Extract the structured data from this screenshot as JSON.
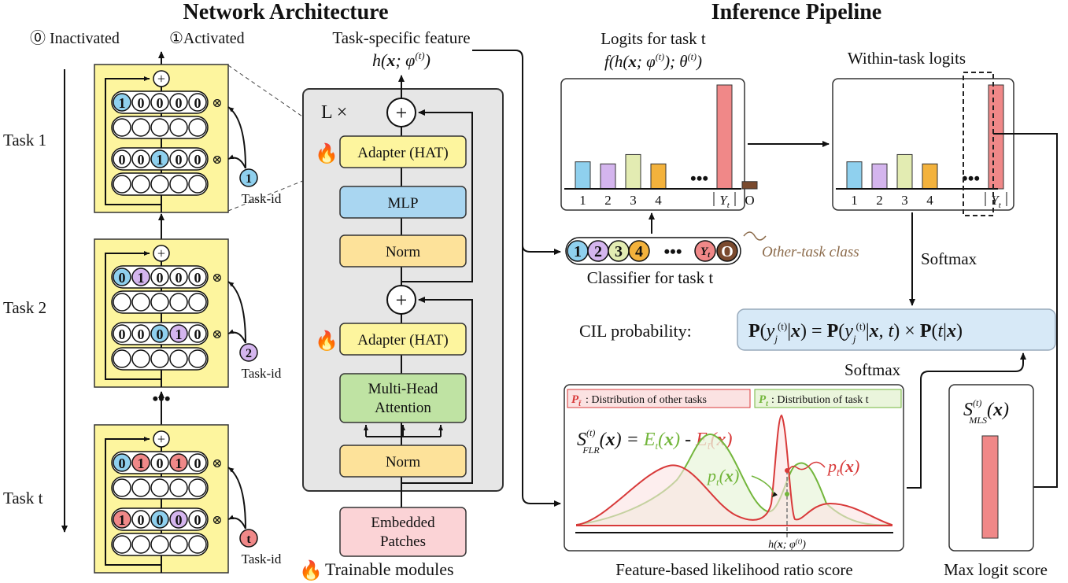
{
  "headers": {
    "network": "Network Architecture",
    "pipeline": "Inference Pipeline"
  },
  "legend": {
    "inactivated": "⓪ Inactivated",
    "activated": "①Activated"
  },
  "tasks": [
    {
      "label": "Task 1",
      "id_badge": "1",
      "id_label": "Task-id",
      "badge_color": "#8fd0ee",
      "rows": [
        [
          "1",
          "0",
          "0",
          "0",
          "0"
        ],
        [
          "0",
          "0",
          "1",
          "0",
          "0"
        ]
      ],
      "row_colors": [
        [
          "#8fd0ee",
          "#ffffff",
          "#ffffff",
          "#ffffff",
          "#ffffff"
        ],
        [
          "#ffffff",
          "#ffffff",
          "#8fd0ee",
          "#ffffff",
          "#ffffff"
        ]
      ]
    },
    {
      "label": "Task 2",
      "id_badge": "2",
      "id_label": "Task-id",
      "badge_color": "#d4b5ee",
      "rows": [
        [
          "0",
          "1",
          "0",
          "0",
          "0"
        ],
        [
          "0",
          "0",
          "0",
          "1",
          "0"
        ]
      ],
      "row_colors": [
        [
          "#8fd0ee",
          "#d4b5ee",
          "#ffffff",
          "#ffffff",
          "#ffffff"
        ],
        [
          "#ffffff",
          "#ffffff",
          "#8fd0ee",
          "#d4b5ee",
          "#ffffff"
        ]
      ]
    },
    {
      "label": "Task t",
      "id_badge": "t",
      "id_label": "Task-id",
      "badge_color": "#f08888",
      "rows": [
        [
          "0",
          "1",
          "0",
          "1",
          "0"
        ],
        [
          "1",
          "0",
          "0",
          "0",
          "0"
        ]
      ],
      "row_colors": [
        [
          "#8fd0ee",
          "#f08888",
          "#ffffff",
          "#f08888",
          "#ffffff"
        ],
        [
          "#f08888",
          "#ffffff",
          "#8fd0ee",
          "#d4b5ee",
          "#ffffff"
        ]
      ]
    }
  ],
  "dots": "•••",
  "plus": "+",
  "times": "⊗",
  "transformer": {
    "repeat": "L ×",
    "top_caption": "Task-specific feature",
    "top_formula": "h(x; φ(t))",
    "adapter": "Adapter (HAT)",
    "mlp": "MLP",
    "norm": "Norm",
    "attention_line1": "Multi-Head",
    "attention_line2": "Attention",
    "embedded_line1": "Embedded",
    "embedded_line2": "Patches",
    "trainable": "Trainable modules",
    "fire": "🔥"
  },
  "logits_panel": {
    "title_line1": "Logits for task t",
    "title_line2": "f(h(x; φ(t)); θ(t))",
    "ticks": [
      "1",
      "2",
      "3",
      "4",
      "Yt",
      "O"
    ]
  },
  "within_panel": {
    "title": "Within-task logits",
    "ticks": [
      "1",
      "2",
      "3",
      "4",
      "Yt"
    ]
  },
  "classifier": {
    "circles": [
      "1",
      "2",
      "3",
      "4",
      "Yt",
      "O"
    ],
    "caption": "Classifier for task t",
    "other_task": "Other-task class"
  },
  "softmax_1": "Softmax",
  "softmax_2": "Softmax",
  "cil": {
    "label": "CIL probability:",
    "formula": "P(yj(t)|x) = P(yj(t)|x, t) × P(t|x)"
  },
  "flr_panel": {
    "legend_other": ": Distribution of other tasks",
    "legend_task": ": Distribution of task t",
    "formula": "S(t)FLR(x) = Et(x) - Et̄(x)",
    "pt_label": "pt(x)",
    "ptbar_label": "pt̄(x)",
    "axis_label": "h(x; φ(t))",
    "caption": "Feature-based likelihood ratio score"
  },
  "mls_panel": {
    "formula": "S(t)MLS(x)",
    "caption": "Max logit score"
  },
  "colors": {
    "yellow_panel": "#fdf59e",
    "gray_panel": "#e6e6e6",
    "adapter": "#fdf59e",
    "mlp": "#a9d6f1",
    "norm": "#fde29a",
    "attention": "#bfe3a3",
    "embedded": "#fbd3d6",
    "cil_box": "#d7e9f7",
    "bar_blue": "#8fd0ee",
    "bar_purple": "#d4b5ee",
    "bar_green": "#e3ecb2",
    "bar_orange": "#f3b23c",
    "bar_red": "#f08888",
    "bar_brown": "#7a4a2e",
    "other_red": "#d83a3a",
    "task_green": "#73b63c"
  },
  "chart_data": [
    {
      "type": "bar",
      "title": "Logits for task t",
      "categories": [
        "1",
        "2",
        "3",
        "4",
        "Yt",
        "O"
      ],
      "values": [
        0.26,
        0.24,
        0.33,
        0.24,
        1.0,
        0.07
      ]
    },
    {
      "type": "bar",
      "title": "Within-task logits",
      "categories": [
        "1",
        "2",
        "3",
        "4",
        "Yt"
      ],
      "values": [
        0.26,
        0.24,
        0.33,
        0.24,
        1.0
      ]
    }
  ]
}
